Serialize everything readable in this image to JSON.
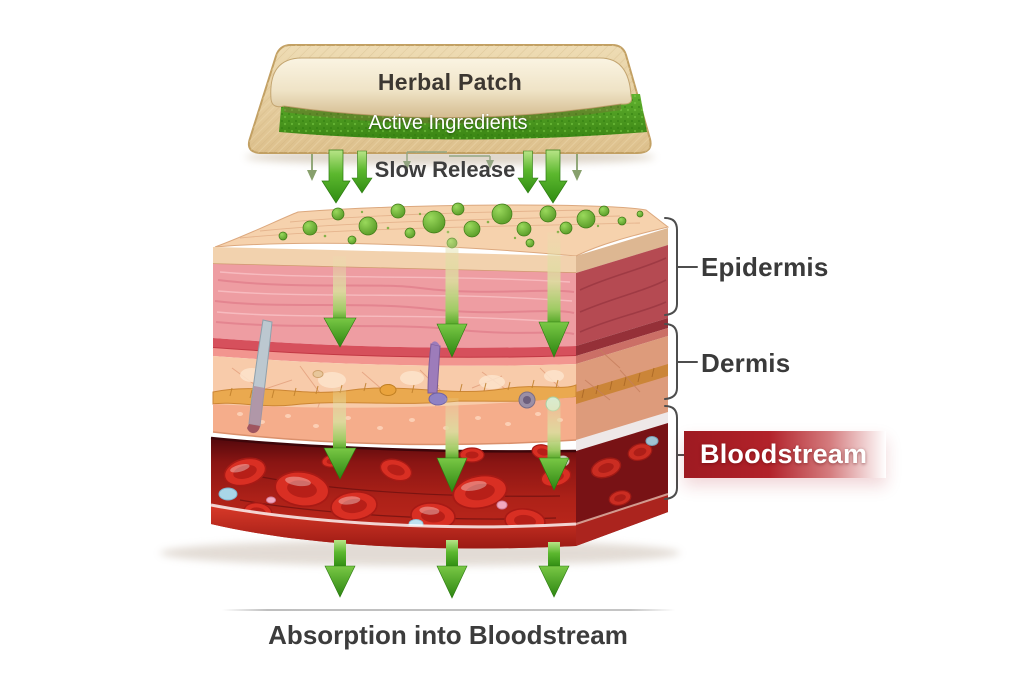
{
  "patch": {
    "title": "Herbal Patch",
    "subtitle": "Active Ingredients"
  },
  "flow": {
    "release_label": "Slow Release",
    "absorption_label": "Absorption into Bloodstream"
  },
  "layers": [
    {
      "id": "epidermis",
      "label": "Epidermis",
      "highlighted": false
    },
    {
      "id": "dermis",
      "label": "Dermis",
      "highlighted": false
    },
    {
      "id": "bloodstream",
      "label": "Bloodstream",
      "highlighted": true
    }
  ],
  "colors": {
    "arrow_green": "#3f9c1d",
    "patch_base_tan": "#e9d5ab",
    "patch_ingredient_green": "#4c9a1f",
    "epidermis_pink": "#ee9da2",
    "dermis_peach": "#f8cbaa",
    "bloodstream_red": "#b2222a",
    "label_text": "#3a3a3a"
  }
}
